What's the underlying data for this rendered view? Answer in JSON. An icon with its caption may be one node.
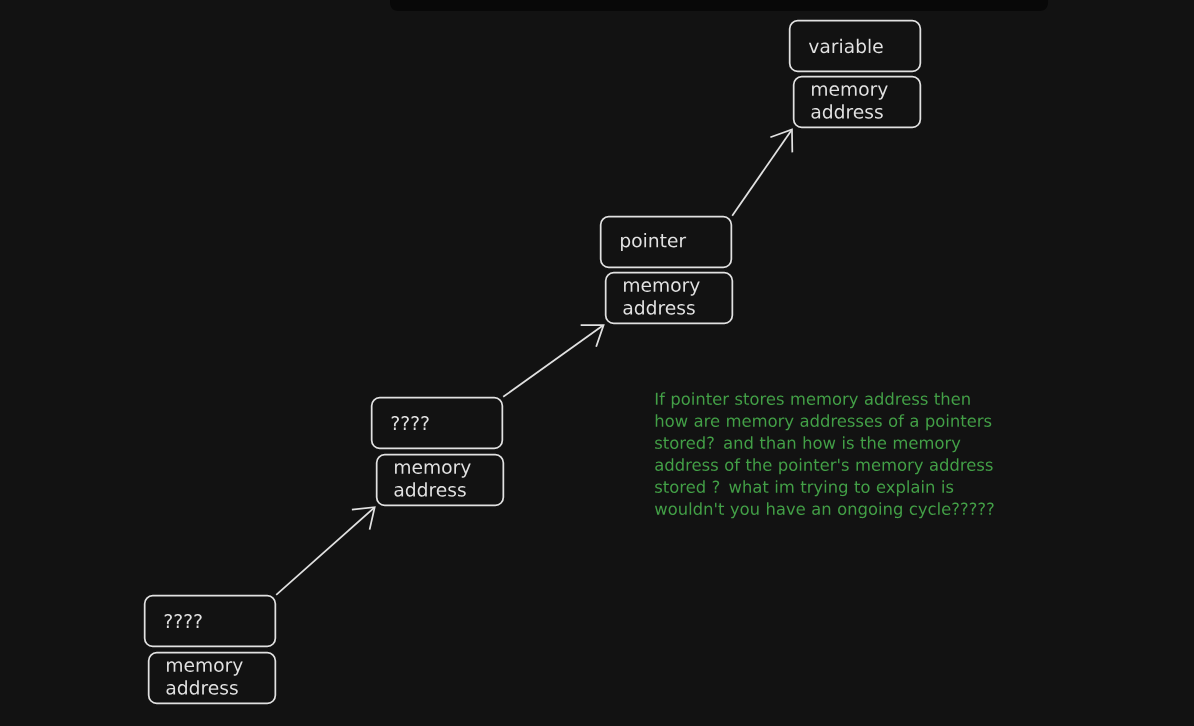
{
  "diagram": {
    "nodes": [
      {
        "text": [
          "variable"
        ]
      },
      {
        "text": [
          "memory address"
        ]
      },
      {
        "text": [
          "pointer"
        ]
      },
      {
        "text": [
          "memory address"
        ]
      },
      {
        "text": [
          "????"
        ]
      },
      {
        "text": [
          "memory address"
        ]
      },
      {
        "text": [
          "????"
        ]
      },
      {
        "text": [
          "memory address"
        ]
      }
    ],
    "edges": [
      {
        "from": 6,
        "to": 5,
        "arrow": "to"
      },
      {
        "from": 4,
        "to": 3,
        "arrow": "to"
      },
      {
        "from": 2,
        "to": 1,
        "arrow": "to"
      }
    ],
    "labels": [
      "If pointer stores memory address then how are memory addresses of a pointers stored? and than how is the memory address of the pointer's memory address stored ? what im trying to explain is wouldn't you have an ongoing cycle?????"
    ]
  }
}
